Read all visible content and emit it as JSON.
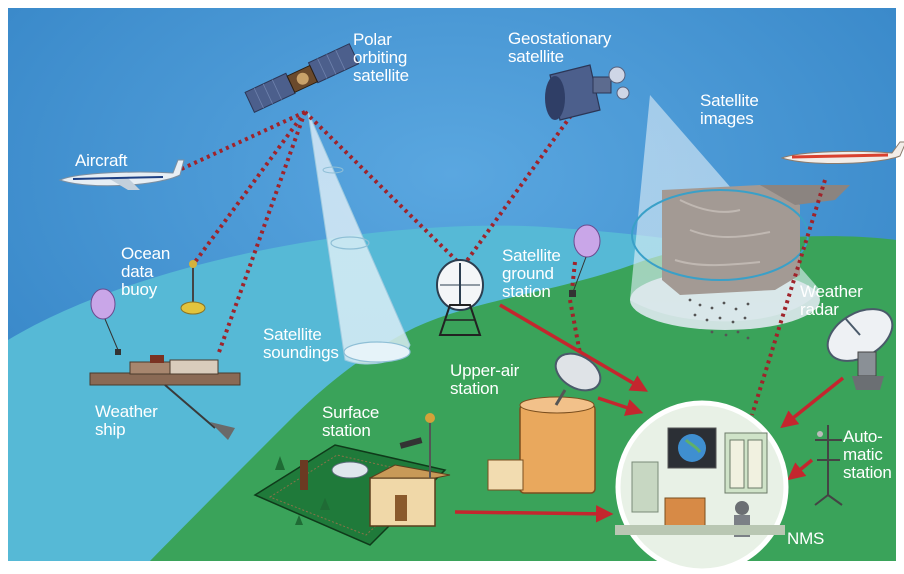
{
  "labels": {
    "polar_satellite": "Polar\norbiting\nsatellite",
    "geostationary_satellite": "Geostationary\nsatellite",
    "satellite_images": "Satellite\nimages",
    "aircraft": "Aircraft",
    "ocean_data_buoy": "Ocean\ndata\nbuoy",
    "satellite_soundings": "Satellite\nsoundings",
    "satellite_ground_station": "Satellite\nground\nstation",
    "weather_radar": "Weather\nradar",
    "upper_air_station": "Upper-air\nstation",
    "weather_ship": "Weather\nship",
    "surface_station": "Surface\nstation",
    "automatic_station": "Auto-\nmatic\nstation",
    "nms": "NMS"
  },
  "colors": {
    "sky": "#3a8fd0",
    "ocean": "#56b9d6",
    "land": "#3aa35a",
    "dotted_link": "#a0232a",
    "arrow": "#c4262e",
    "label_text": "#ffffff",
    "frame": "#dcdcdc"
  }
}
